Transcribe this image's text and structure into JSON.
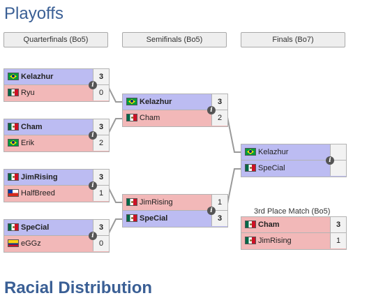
{
  "page": {
    "title": "Playoffs",
    "next_section": "Racial Distribution"
  },
  "rounds": [
    {
      "label": "Quarterfinals (Bo5)"
    },
    {
      "label": "Semifinals (Bo5)"
    },
    {
      "label": "Finals (Bo7)"
    }
  ],
  "third_place_label": "3rd Place Match (Bo5)",
  "matches": {
    "qf1": {
      "top": {
        "name": "Kelazhur",
        "score": "3",
        "flag": "brazil-flag"
      },
      "bottom": {
        "name": "Ryu",
        "score": "0",
        "flag": "mexico-flag"
      }
    },
    "qf2": {
      "top": {
        "name": "Cham",
        "score": "3",
        "flag": "mexico-flag"
      },
      "bottom": {
        "name": "Erik",
        "score": "2",
        "flag": "brazil-flag"
      }
    },
    "qf3": {
      "top": {
        "name": "JimRising",
        "score": "3",
        "flag": "mexico-flag"
      },
      "bottom": {
        "name": "HalfBreed",
        "score": "1",
        "flag": "chile-flag"
      }
    },
    "qf4": {
      "top": {
        "name": "SpeCial",
        "score": "3",
        "flag": "mexico-flag"
      },
      "bottom": {
        "name": "eGGz",
        "score": "0",
        "flag": "colombia-flag"
      }
    },
    "sf1": {
      "top": {
        "name": "Kelazhur",
        "score": "3",
        "flag": "brazil-flag"
      },
      "bottom": {
        "name": "Cham",
        "score": "2",
        "flag": "mexico-flag"
      }
    },
    "sf2": {
      "top": {
        "name": "JimRising",
        "score": "1",
        "flag": "mexico-flag"
      },
      "bottom": {
        "name": "SpeCial",
        "score": "3",
        "flag": "mexico-flag"
      }
    },
    "final": {
      "top": {
        "name": "Kelazhur",
        "score": "",
        "flag": "brazil-flag"
      },
      "bottom": {
        "name": "SpeCial",
        "score": "",
        "flag": "mexico-flag"
      }
    },
    "third": {
      "top": {
        "name": "Cham",
        "score": "3",
        "flag": "mexico-flag"
      },
      "bottom": {
        "name": "JimRising",
        "score": "1",
        "flag": "mexico-flag"
      }
    }
  },
  "colors": {
    "winner_row": "#bcbcf2",
    "loser_row": "#f2b8b8",
    "title": "#3a5f95"
  },
  "icons": {
    "match_info": "info-icon"
  }
}
